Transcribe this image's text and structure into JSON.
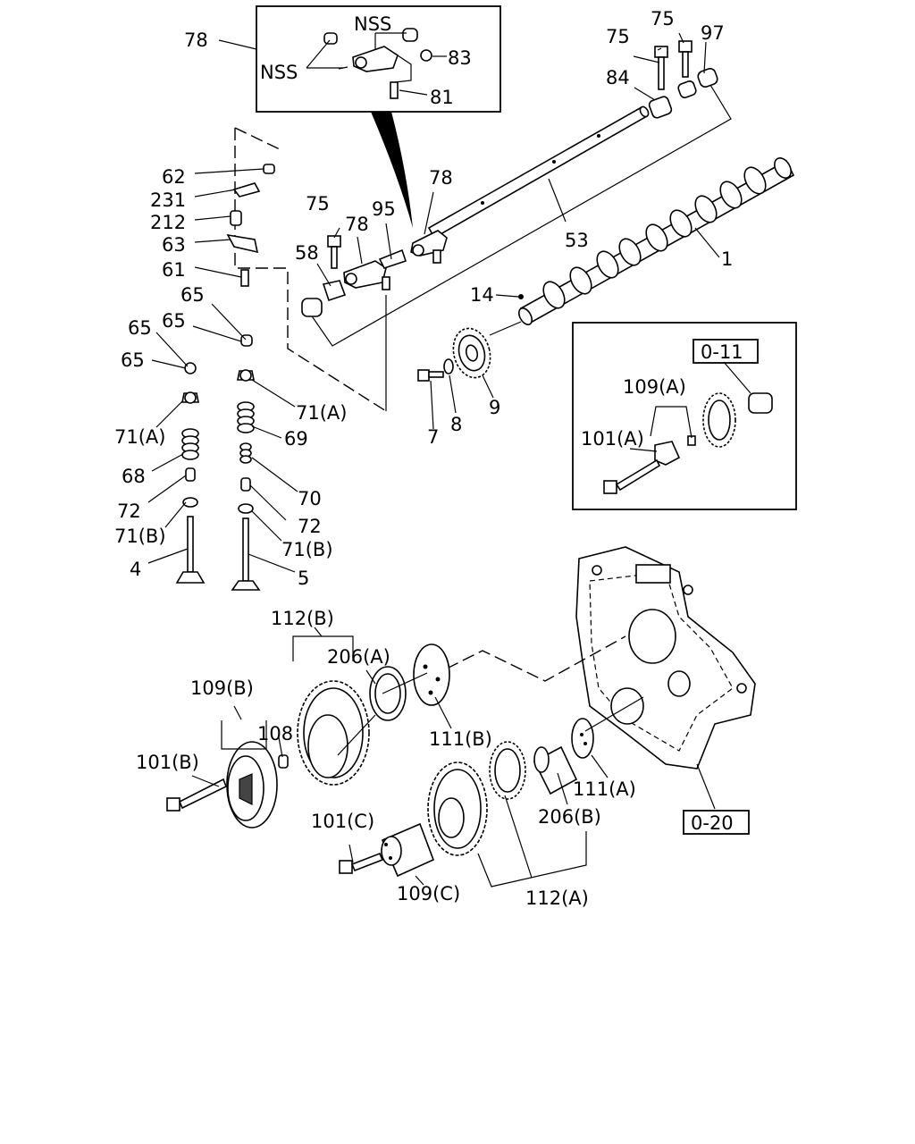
{
  "callouts": [
    {
      "id": "c-78-top",
      "text": "78"
    },
    {
      "id": "c-nss-1",
      "text": "NSS"
    },
    {
      "id": "c-nss-2",
      "text": "NSS"
    },
    {
      "id": "c-83",
      "text": "83"
    },
    {
      "id": "c-81",
      "text": "81"
    },
    {
      "id": "c-75-a",
      "text": "75"
    },
    {
      "id": "c-75-b",
      "text": "75"
    },
    {
      "id": "c-97",
      "text": "97"
    },
    {
      "id": "c-84",
      "text": "84"
    },
    {
      "id": "c-62",
      "text": "62"
    },
    {
      "id": "c-231",
      "text": "231"
    },
    {
      "id": "c-212",
      "text": "212"
    },
    {
      "id": "c-63",
      "text": "63"
    },
    {
      "id": "c-61",
      "text": "61"
    },
    {
      "id": "c-65-a",
      "text": "65"
    },
    {
      "id": "c-65-b",
      "text": "65"
    },
    {
      "id": "c-65-c",
      "text": "65"
    },
    {
      "id": "c-65-d",
      "text": "65"
    },
    {
      "id": "c-71a-r",
      "text": "71(A)"
    },
    {
      "id": "c-71a-l",
      "text": "71(A)"
    },
    {
      "id": "c-69",
      "text": "69"
    },
    {
      "id": "c-68",
      "text": "68"
    },
    {
      "id": "c-70",
      "text": "70"
    },
    {
      "id": "c-72-l",
      "text": "72"
    },
    {
      "id": "c-72-r",
      "text": "72"
    },
    {
      "id": "c-71b-l",
      "text": "71(B)"
    },
    {
      "id": "c-71b-r",
      "text": "71(B)"
    },
    {
      "id": "c-4",
      "text": "4"
    },
    {
      "id": "c-5",
      "text": "5"
    },
    {
      "id": "c-75-mid",
      "text": "75"
    },
    {
      "id": "c-78-mid-a",
      "text": "78"
    },
    {
      "id": "c-95",
      "text": "95"
    },
    {
      "id": "c-78-mid-b",
      "text": "78"
    },
    {
      "id": "c-58",
      "text": "58"
    },
    {
      "id": "c-53",
      "text": "53"
    },
    {
      "id": "c-1",
      "text": "1"
    },
    {
      "id": "c-14",
      "text": "14"
    },
    {
      "id": "c-7",
      "text": "7"
    },
    {
      "id": "c-8",
      "text": "8"
    },
    {
      "id": "c-9",
      "text": "9"
    },
    {
      "id": "c-109a",
      "text": "109(A)"
    },
    {
      "id": "c-101a",
      "text": "101(A)"
    },
    {
      "id": "c-112b",
      "text": "112(B)"
    },
    {
      "id": "c-206a",
      "text": "206(A)"
    },
    {
      "id": "c-109b",
      "text": "109(B)"
    },
    {
      "id": "c-108",
      "text": "108"
    },
    {
      "id": "c-101b",
      "text": "101(B)"
    },
    {
      "id": "c-111b",
      "text": "111(B)"
    },
    {
      "id": "c-111a",
      "text": "111(A)"
    },
    {
      "id": "c-206b",
      "text": "206(B)"
    },
    {
      "id": "c-101c",
      "text": "101(C)"
    },
    {
      "id": "c-109c",
      "text": "109(C)"
    },
    {
      "id": "c-112a",
      "text": "112(A)"
    }
  ],
  "reference_boxes": [
    {
      "id": "ref-0-11",
      "text": "0-11"
    },
    {
      "id": "ref-0-20",
      "text": "0-20"
    }
  ]
}
